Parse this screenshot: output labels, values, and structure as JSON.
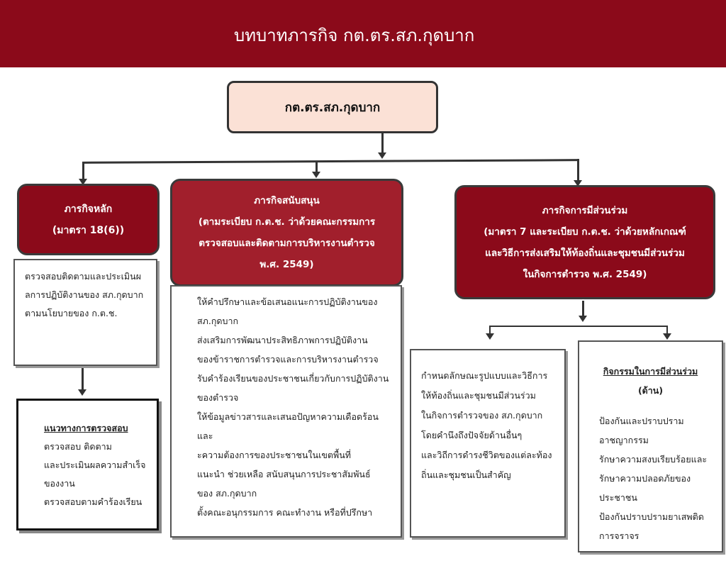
{
  "header": {
    "title": "บทบาทภารกิจ กต.ตร.สภ.กุดบาก"
  },
  "root": {
    "label": "กต.ตร.สภ.กุดบาก"
  },
  "main_mission": {
    "title": "ภารกิจหลัก",
    "subtitle": "(มาตรา 18(6))",
    "details": [
      "ตรวจสอบติดตามและประเมินผ",
      "ลการปฏิบัติงานของ สภ.กุดบาก",
      " ตามนโยบายของ ก.ต.ช."
    ],
    "guideline_title": "แนวทางการตรวจสอบ",
    "guidelines": [
      "ตรวจสอบ ติดตาม",
      "และประเมินผลความสำเร็จ",
      "ของงาน",
      "ตรวจสอบตามคำร้องเรียน"
    ]
  },
  "support_mission": {
    "title": "ภารกิจสนับสนุน",
    "lines": [
      "(ตามระเบียบ ก.ต.ช. ว่าด้วยคณะกรรมการ",
      "ตรวจสอบและติดตามการบริหารงานตำรวจ",
      "พ.ศ. 2549)"
    ],
    "details": [
      "ให้คำปรึกษาและข้อเสนอแนะการปฏิบัติงานของ",
      "สภ.กุดบาก",
      "ส่งเสริมการพัฒนาประสิทธิภาพการปฏิบัติงาน",
      "ของข้าราชการตำรวจและการบริหารงานตำรวจ",
      "รับคำร้องเรียนของประชาชนเกี่ยวกับการปฏิบัติงาน",
      "ของตำรวจ",
      "ให้ข้อมูลข่าวสารและเสนอปัญหาความเดือดร้อนและ",
      "ะความต้องการของประชาชนในเขตพื้นที่",
      "แนะนำ ช่วยเหลือ สนับสนุนการประชาสัมพันธ์",
      "ของ สภ.กุดบาก",
      "ตั้งคณะอนุกรรมการ คณะทำงาน หรือที่ปรึกษา"
    ]
  },
  "participation_mission": {
    "title": "ภารกิจการมีส่วนร่วม",
    "lines": [
      "(มาตรา 7 และระเบียบ ก.ต.ช. ว่าด้วยหลักเกณฑ์",
      "และวิธีการส่งเสริมให้ท้องถิ่นและชุมชนมีส่วนร่วม",
      "ในกิจการตำรวจ พ.ศ. 2549)"
    ],
    "pattern_details": [
      "กำหนดลักษณะรูปแบบและวิธีการ",
      "ให้ท้องถิ่นและชุมชนมีส่วนร่วม",
      "ในกิจการตำรวจของ สภ.กุดบาก",
      "โดยคำนึงถึงปัจจัยด้านอื่นๆ",
      "และวิถีการดำรงชีวิตของแต่ละท้อง",
      "ถิ่นและชุมชนเป็นสำคัญ"
    ],
    "activity_title": "กิจกรรมในการมีส่วนร่วม",
    "activity_subtitle": "(ด้าน)",
    "activities": [
      "ป้องกันและปราบปราม",
      "อาชญากรรม",
      "รักษาความสงบเรียบร้อยและ",
      "รักษาความปลอดภัยของ",
      "ประชาชน",
      "ป้องกันปราบปรามยาเสพติด",
      "การจราจร"
    ]
  }
}
